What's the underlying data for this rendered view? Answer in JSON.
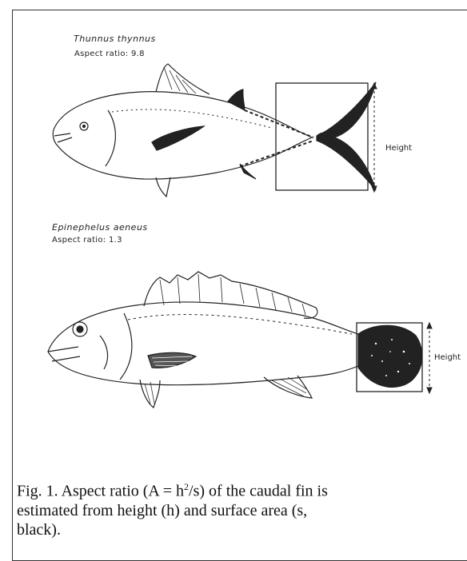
{
  "fish1": {
    "name": "Thunnus thynnus",
    "aspect": "Aspect ratio: 9.8",
    "height_label": "Height"
  },
  "fish2": {
    "name": "Epinephelus aeneus",
    "aspect": "Aspect ratio: 1.3",
    "height_label": "Height"
  },
  "caption": {
    "l1a": "Fig. 1. Aspect ratio (A = h",
    "sup": "2",
    "l1b": "/s) of the caudal fin is",
    "l2": "estimated from height (h) and surface area (s,",
    "l3": "black)."
  }
}
